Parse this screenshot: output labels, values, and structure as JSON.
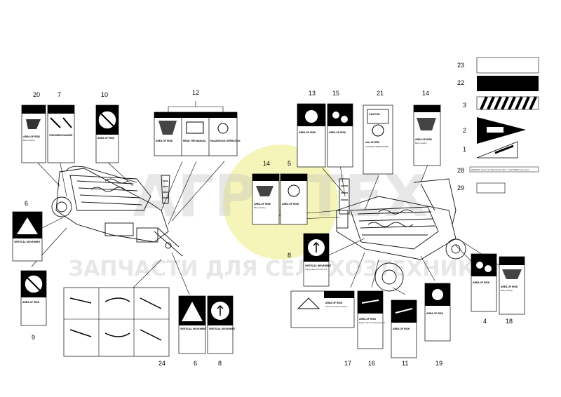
{
  "diagram": {
    "callouts": [
      "20",
      "7",
      "10",
      "12",
      "13",
      "15",
      "21",
      "14",
      "23",
      "22",
      "3",
      "2",
      "1",
      "28",
      "29",
      "6",
      "9",
      "14",
      "5",
      "8",
      "24",
      "6",
      "8",
      "17",
      "16",
      "11",
      "19",
      "4",
      "18"
    ],
    "decals": {
      "area_of_risk": "AREA OF RISK",
      "body_crushing": "Body crushing",
      "crushing_hazard": "CRUSHING HAZARD",
      "read_manual": "READ THE MANUAL",
      "hazardous_operation": "HAZARDOUS OPERATION",
      "vertical_movement": "VERTICAL MOVEMENT",
      "caution": "CAUTION",
      "max_rpm": "max 30 RPM",
      "turnable_speed": "TURNABLE SPEED ENTER",
      "gas_oil": "Gas and oil under pressure",
      "finger_hand": "Finger / hand cut Cutting hazard",
      "lifting_points": "Lifting points with hook tool"
    },
    "warning_line": "WARNING: Cancer and Reproductive Harm - www.P65Warnings.ca.gov",
    "watermark": {
      "brand": "АГРОТЕХ",
      "tagline": "ЗАПЧАСТИ ДЛЯ СЕЛЬХОЗТЕХНИКИ"
    },
    "colors": {
      "watermark_circle": "#f3f3a8",
      "watermark_text": "#bdbdbd"
    }
  }
}
